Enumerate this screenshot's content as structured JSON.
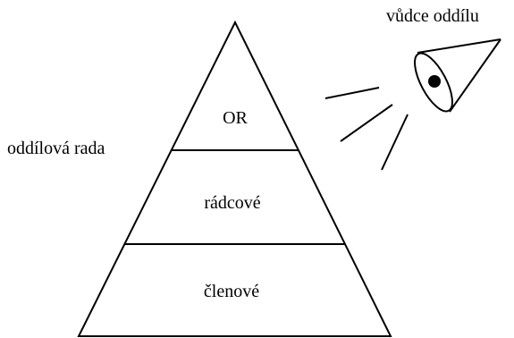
{
  "diagram": {
    "pyramid": {
      "top_label": "OR",
      "middle_label": "rádcové",
      "bottom_label": "členové"
    },
    "side_label": "oddílová rada",
    "observer_label": "vůdce oddílu",
    "icons": {
      "observer": "eye-cone-icon"
    },
    "colors": {
      "stroke": "#000000",
      "background": "#ffffff"
    }
  }
}
